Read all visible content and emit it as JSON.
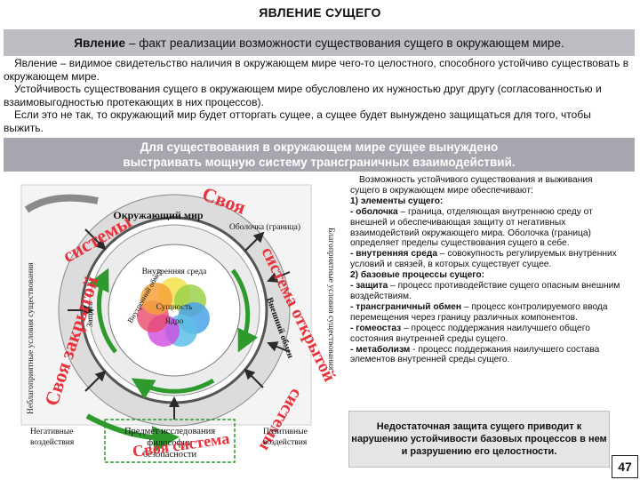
{
  "page_title": "ЯВЛЕНИЕ СУЩЕГО",
  "definition": {
    "term": "Явление",
    "text": "– факт реализации возможности существования сущего в окружающем мире."
  },
  "paragraphs": [
    "Явление – видимое свидетельство наличия в окружающем мире чего-то целостного, способного устойчиво существовать в окружающем мире.",
    "Устойчивость существования сущего в окружающем мире обусловлено их нужностью друг другу (согласованностью и взаимовыгодностью протекающих в них процессов).",
    "Если это не так, то окружающий мир будет отторгать сущее, а сущее будет вынуждено защищаться для того, чтобы выжить."
  ],
  "banner": {
    "line1": "Для существования в окружающем мире сущее вынуждено",
    "line2": "выстраивать мощную систему трансграничных взаимодействий."
  },
  "diagram": {
    "left_vertical": "Неблагоприятные условия существования",
    "right_vertical": "Благоприятные условия существования",
    "outer_label": "Окружающий мир",
    "shell_label": "Оболочка (граница)",
    "inner_label": "Внутренняя среда",
    "essence_label": "Сущность",
    "core_label": "Ядро",
    "defense_label": "Защита",
    "inner_exchange_label": "Внутренний обмен",
    "outer_exchange_label": "Внешний обмен",
    "red_closed_1": "Своя закрытой",
    "red_closed_2": "системы",
    "red_open_1": "Своя",
    "red_open_2": "система открытой",
    "red_open_3": "системы",
    "bottom_left": "Негативные воздействия",
    "bottom_center": "Предмет исследования философии безопасности",
    "bottom_right": "Позитивные воздействия",
    "bottom_red": "Своя система"
  },
  "right_text": {
    "intro": "Возможность устойчивого существования и выживания сущего в окружающем мире обеспечивают:",
    "h1": "1) элементы сущего:",
    "e1_term": "- оболочка",
    "e1_text": " – граница, отделяющая внутреннюю среду от внешней и обеспечивающая защиту от негативных взаимодействий окружающего мира. Оболочка (граница) определяет пределы существования сущего в себе.",
    "e2_term": "- внутренняя среда",
    "e2_text": " – совокупность регулируемых внутренних условий и связей, в которых существует сущее.",
    "h2": "2) базовые процессы сущего:",
    "p1_term": " - защита",
    "p1_text": " – процесс противодействие сущего опасным внешним воздействиям.",
    "p2_term": "- трансграничный обмен",
    "p2_text": " – процесс контролируемого ввода перемещения через границу различных компонентов.",
    "p3_term": "- гомеостаз",
    "p3_text": " – процесс поддержания наилучшего общего состояния внутренней среды сущего.",
    "p4_term": " - метаболизм",
    "p4_text": " - процесс поддержания наилучшего состава элементов внутренней среды сущего."
  },
  "warning": "Недостаточная защита сущего приводит к нарушению устойчивости базовых процессов в нем и разрушению его целостности.",
  "page_number": "47",
  "colors": {
    "bar": "#bdbdc4",
    "banner": "#a6a6ae",
    "red_text": "#e8323c",
    "green_arrow": "#2e9a2e",
    "dark_arrow": "#2a2a2a"
  }
}
